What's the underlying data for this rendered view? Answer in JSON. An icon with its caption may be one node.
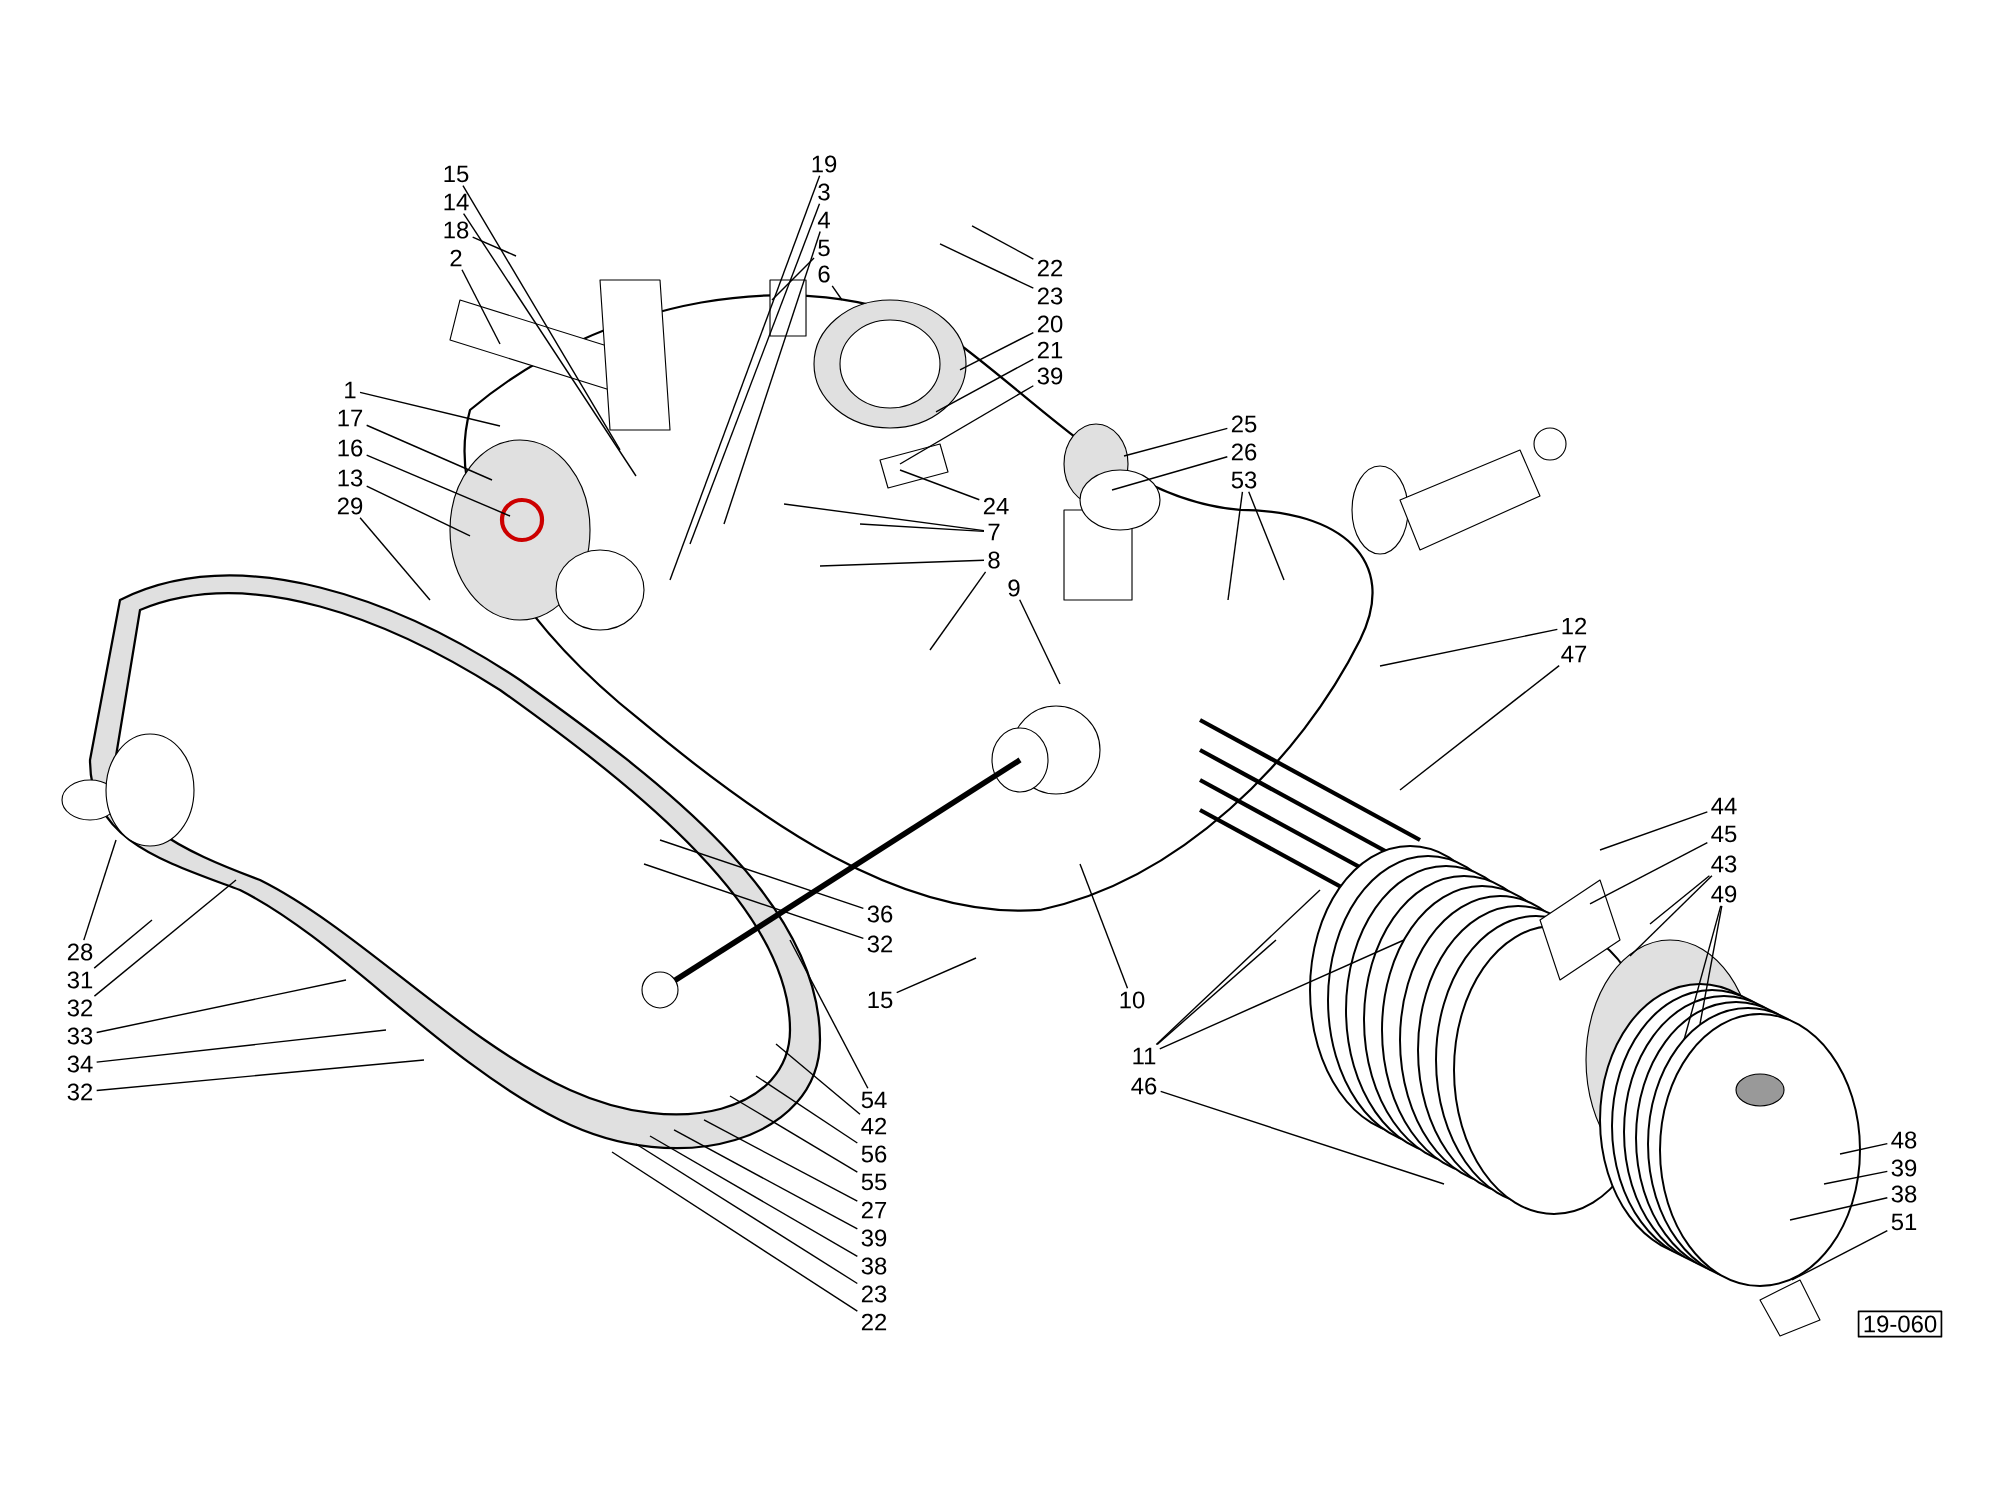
{
  "diagram": {
    "nodes": [
      {
        "text": [
          "15"
        ]
      },
      {
        "text": [
          "14"
        ]
      },
      {
        "text": [
          "18"
        ]
      },
      {
        "text": [
          "2"
        ]
      },
      {
        "text": [
          "19"
        ]
      },
      {
        "text": [
          "3"
        ]
      },
      {
        "text": [
          "4"
        ]
      },
      {
        "text": [
          "5"
        ]
      },
      {
        "text": [
          "6"
        ]
      },
      {
        "text": [
          "22"
        ]
      },
      {
        "text": [
          "23"
        ]
      },
      {
        "text": [
          "20"
        ]
      },
      {
        "text": [
          "21"
        ]
      },
      {
        "text": [
          "39"
        ]
      },
      {
        "text": [
          "1"
        ]
      },
      {
        "text": [
          "17"
        ]
      },
      {
        "text": [
          "16"
        ]
      },
      {
        "text": [
          "13"
        ]
      },
      {
        "text": [
          "29"
        ]
      },
      {
        "text": [
          "25"
        ]
      },
      {
        "text": [
          "26"
        ]
      },
      {
        "text": [
          "53"
        ]
      },
      {
        "text": [
          "24"
        ]
      },
      {
        "text": [
          "7"
        ]
      },
      {
        "text": [
          "8"
        ]
      },
      {
        "text": [
          "9"
        ]
      },
      {
        "text": [
          "12"
        ]
      },
      {
        "text": [
          "47"
        ]
      },
      {
        "text": [
          "36"
        ]
      },
      {
        "text": [
          "32"
        ]
      },
      {
        "text": [
          "15"
        ]
      },
      {
        "text": [
          "10"
        ]
      },
      {
        "text": [
          "54"
        ]
      },
      {
        "text": [
          "42"
        ]
      },
      {
        "text": [
          "56"
        ]
      },
      {
        "text": [
          "55"
        ]
      },
      {
        "text": [
          "27"
        ]
      },
      {
        "text": [
          "39"
        ]
      },
      {
        "text": [
          "38"
        ]
      },
      {
        "text": [
          "23"
        ]
      },
      {
        "text": [
          "22"
        ]
      },
      {
        "text": [
          "28"
        ]
      },
      {
        "text": [
          "31"
        ]
      },
      {
        "text": [
          "32"
        ]
      },
      {
        "text": [
          "33"
        ]
      },
      {
        "text": [
          "34"
        ]
      },
      {
        "text": [
          "32"
        ]
      },
      {
        "text": [
          "11"
        ]
      },
      {
        "text": [
          "46"
        ]
      },
      {
        "text": [
          "44"
        ]
      },
      {
        "text": [
          "45"
        ]
      },
      {
        "text": [
          "43"
        ]
      },
      {
        "text": [
          "49"
        ]
      },
      {
        "text": [
          "48"
        ]
      },
      {
        "text": [
          "39"
        ]
      },
      {
        "text": [
          "38"
        ]
      },
      {
        "text": [
          "51"
        ]
      }
    ],
    "edges": [
      {
        "from": 0,
        "to": null,
        "arrow": "none"
      },
      {
        "from": 1,
        "to": null,
        "arrow": "none"
      },
      {
        "from": 2,
        "to": null,
        "arrow": "none"
      },
      {
        "from": 3,
        "to": null,
        "arrow": "none"
      },
      {
        "from": 4,
        "to": null,
        "arrow": "none"
      },
      {
        "from": 5,
        "to": null,
        "arrow": "none"
      },
      {
        "from": 6,
        "to": null,
        "arrow": "none"
      },
      {
        "from": 7,
        "to": null,
        "arrow": "none"
      },
      {
        "from": 8,
        "to": null,
        "arrow": "none"
      },
      {
        "from": 9,
        "to": null,
        "arrow": "none"
      },
      {
        "from": 10,
        "to": null,
        "arrow": "none"
      },
      {
        "from": 11,
        "to": null,
        "arrow": "none"
      },
      {
        "from": 12,
        "to": null,
        "arrow": "none"
      },
      {
        "from": 13,
        "to": null,
        "arrow": "none"
      },
      {
        "from": 14,
        "to": null,
        "arrow": "none"
      },
      {
        "from": 15,
        "to": null,
        "arrow": "none"
      },
      {
        "from": 16,
        "to": null,
        "arrow": "none"
      },
      {
        "from": 17,
        "to": null,
        "arrow": "none"
      },
      {
        "from": 18,
        "to": null,
        "arrow": "none"
      },
      {
        "from": 19,
        "to": null,
        "arrow": "none"
      },
      {
        "from": 20,
        "to": null,
        "arrow": "none"
      },
      {
        "from": 21,
        "to": null,
        "arrow": "none"
      },
      {
        "from": 21,
        "to": null,
        "arrow": "none"
      },
      {
        "from": 22,
        "to": null,
        "arrow": "none"
      },
      {
        "from": 23,
        "to": null,
        "arrow": "none"
      },
      {
        "from": 23,
        "to": null,
        "arrow": "none"
      },
      {
        "from": 24,
        "to": null,
        "arrow": "none"
      },
      {
        "from": 24,
        "to": null,
        "arrow": "none"
      },
      {
        "from": 25,
        "to": null,
        "arrow": "none"
      },
      {
        "from": 26,
        "to": null,
        "arrow": "none"
      },
      {
        "from": 27,
        "to": null,
        "arrow": "none"
      },
      {
        "from": 28,
        "to": null,
        "arrow": "none"
      },
      {
        "from": 29,
        "to": null,
        "arrow": "none"
      },
      {
        "from": 30,
        "to": null,
        "arrow": "none"
      },
      {
        "from": 31,
        "to": null,
        "arrow": "none"
      },
      {
        "from": 32,
        "to": null,
        "arrow": "none"
      },
      {
        "from": 33,
        "to": null,
        "arrow": "none"
      },
      {
        "from": 34,
        "to": null,
        "arrow": "none"
      },
      {
        "from": 35,
        "to": null,
        "arrow": "none"
      },
      {
        "from": 36,
        "to": null,
        "arrow": "none"
      },
      {
        "from": 37,
        "to": null,
        "arrow": "none"
      },
      {
        "from": 38,
        "to": null,
        "arrow": "none"
      },
      {
        "from": 39,
        "to": null,
        "arrow": "none"
      },
      {
        "from": 40,
        "to": null,
        "arrow": "none"
      },
      {
        "from": 41,
        "to": null,
        "arrow": "none"
      },
      {
        "from": 42,
        "to": null,
        "arrow": "none"
      },
      {
        "from": 43,
        "to": null,
        "arrow": "none"
      },
      {
        "from": 44,
        "to": null,
        "arrow": "none"
      },
      {
        "from": 45,
        "to": null,
        "arrow": "none"
      },
      {
        "from": 46,
        "to": null,
        "arrow": "none"
      },
      {
        "from": 47,
        "to": null,
        "arrow": "none"
      },
      {
        "from": 47,
        "to": null,
        "arrow": "none"
      },
      {
        "from": 47,
        "to": null,
        "arrow": "none"
      },
      {
        "from": 48,
        "to": null,
        "arrow": "none"
      },
      {
        "from": 49,
        "to": null,
        "arrow": "none"
      },
      {
        "from": 50,
        "to": null,
        "arrow": "none"
      },
      {
        "from": 51,
        "to": null,
        "arrow": "none"
      },
      {
        "from": 51,
        "to": null,
        "arrow": "none"
      },
      {
        "from": 52,
        "to": null,
        "arrow": "none"
      },
      {
        "from": 52,
        "to": null,
        "arrow": "none"
      },
      {
        "from": 53,
        "to": null,
        "arrow": "none"
      },
      {
        "from": 54,
        "to": null,
        "arrow": "none"
      },
      {
        "from": 55,
        "to": null,
        "arrow": "none"
      },
      {
        "from": 56,
        "to": null,
        "arrow": "none"
      }
    ],
    "labels": [
      "19-060"
    ]
  }
}
